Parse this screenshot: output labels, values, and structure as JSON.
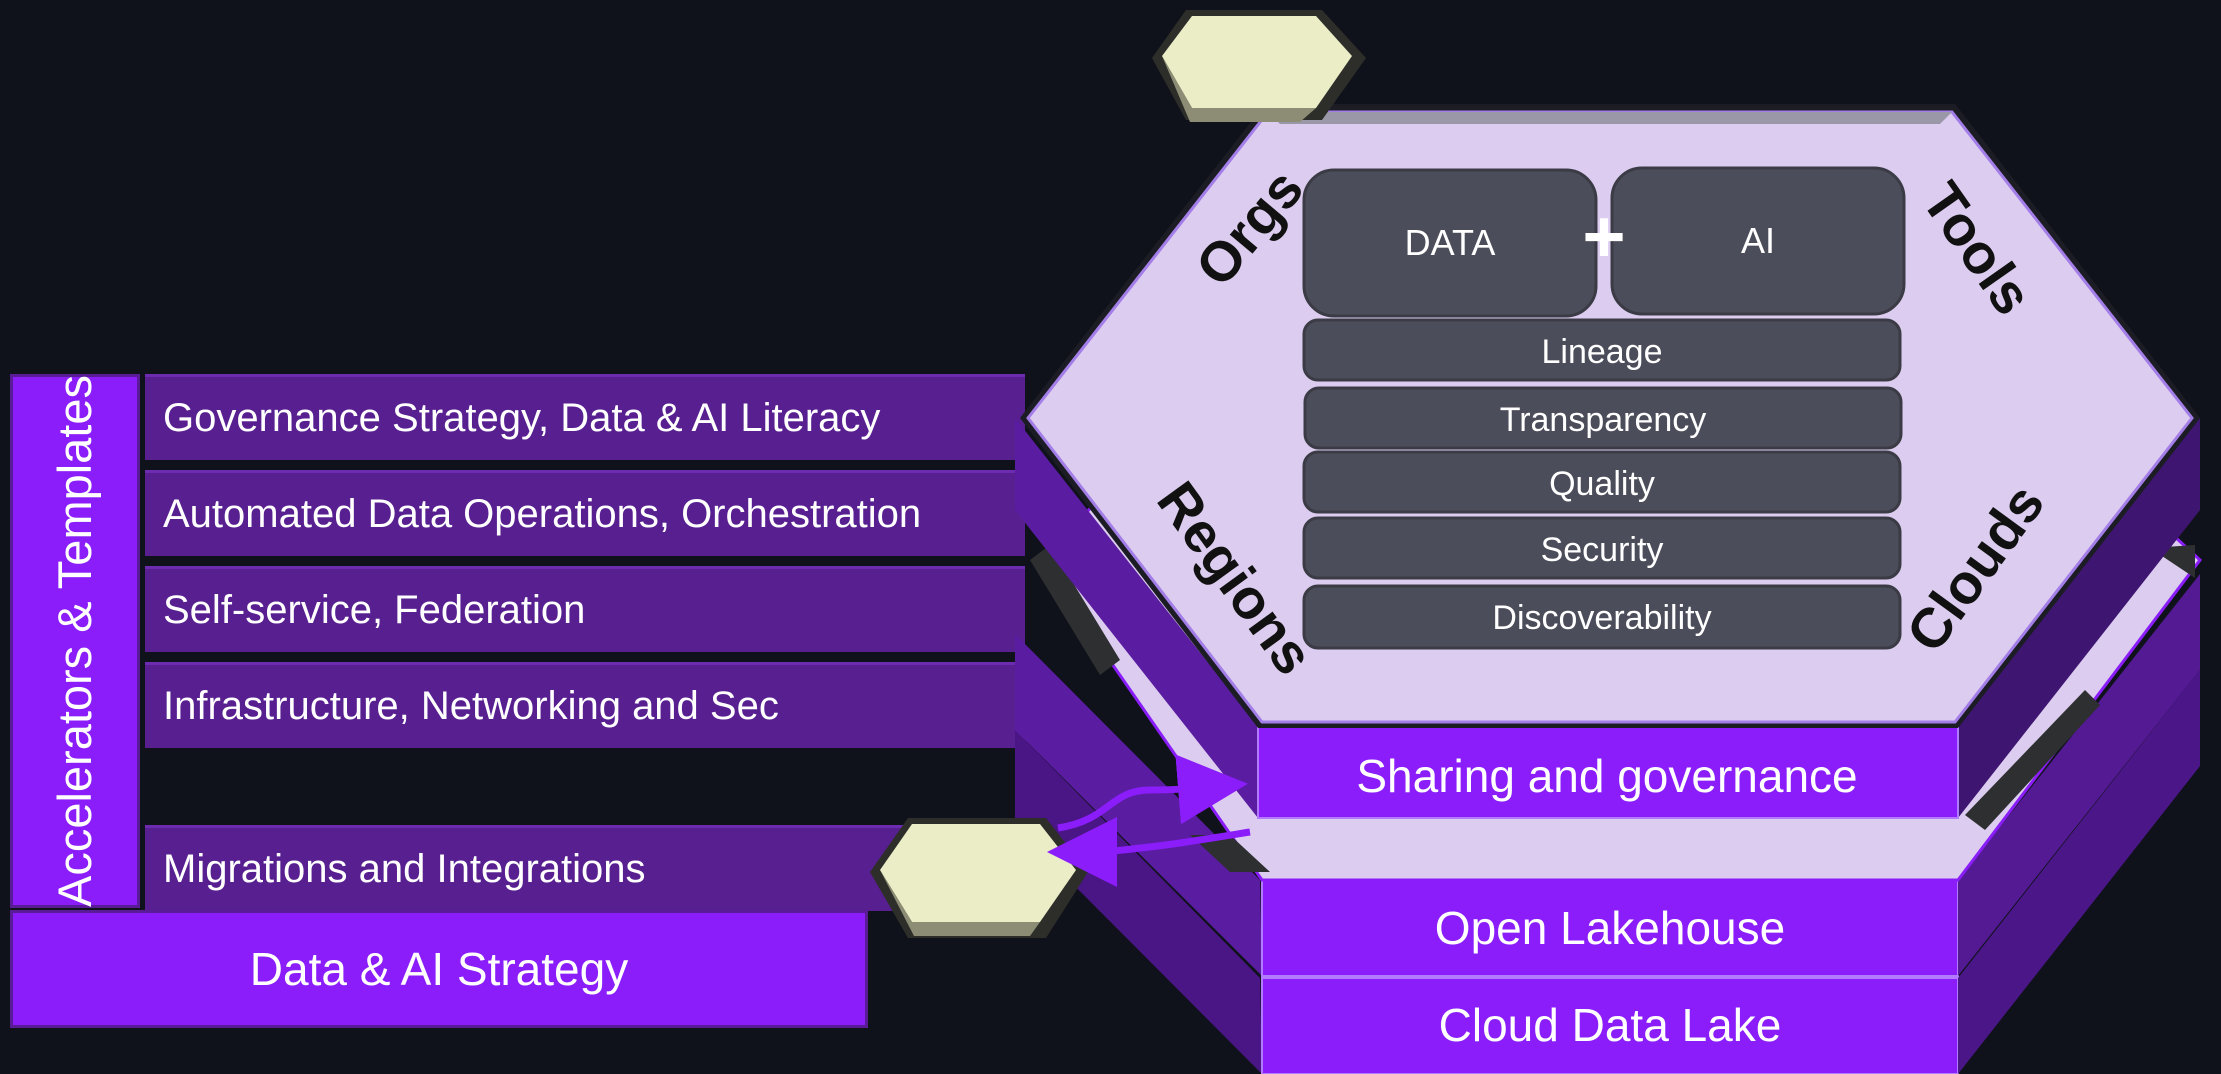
{
  "sidebar": {
    "title": "Accelerators & Templates"
  },
  "rows": [
    "Governance Strategy, Data & AI Literacy",
    "Automated Data Operations, Orchestration",
    "Self-service, Federation",
    "Infrastructure, Networking and Sec",
    "Migrations and Integrations"
  ],
  "strategy": "Data & AI Strategy",
  "hexagon": {
    "data_label": "DATA",
    "plus": "+",
    "ai_label": "AI",
    "pillars": [
      "Lineage",
      "Transparency",
      "Quality",
      "Security",
      "Discoverability"
    ],
    "corners": {
      "top_left": "Orgs",
      "top_right": "Tools",
      "bottom_left": "Regions",
      "bottom_right": "Clouds"
    }
  },
  "layers": {
    "sharing": "Sharing and governance",
    "lakehouse": "Open Lakehouse",
    "data_lake": "Cloud Data Lake"
  },
  "colors": {
    "background": "#10121b",
    "accent_purple": "#8a1df9",
    "row_purple": "#581f91",
    "hex_face": "#dccdf0",
    "pill_fill": "#4c4d5a",
    "gem": "#ebedc7"
  }
}
